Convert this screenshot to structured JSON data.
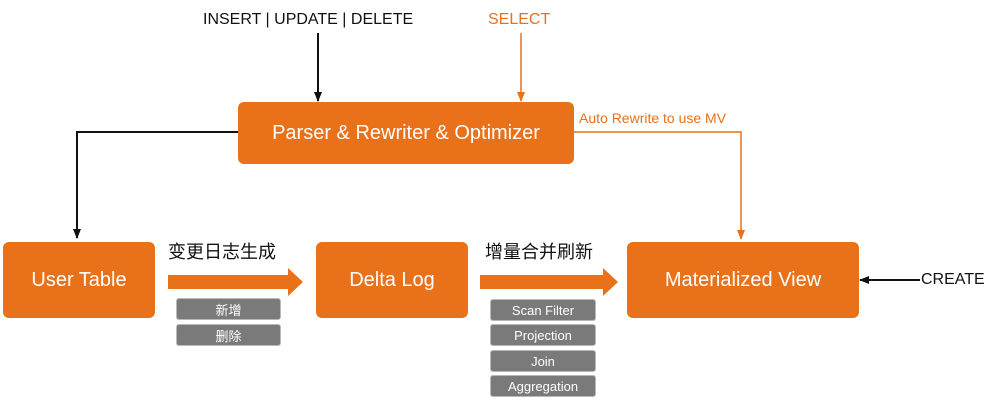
{
  "colors": {
    "box": "#e8711a",
    "box_text": "#ffffff",
    "tag": "#7a7a7a",
    "arrow_dark": "#111111",
    "arrow_orange": "#e8711a"
  },
  "inputs": {
    "dml": "INSERT | UPDATE | DELETE",
    "select": "SELECT",
    "create": "CREATE"
  },
  "nodes": {
    "parser": "Parser & Rewriter & Optimizer",
    "user_table": "User Table",
    "delta_log": "Delta Log",
    "materialized_view": "Materialized View"
  },
  "edges": {
    "auto_rewrite": "Auto Rewrite to use MV",
    "change_log": "变更日志生成",
    "incremental_merge": "增量合并刷新"
  },
  "change_tags": [
    "新增",
    "删除"
  ],
  "refresh_tags": [
    "Scan Filter",
    "Projection",
    "Join",
    "Aggregation"
  ]
}
